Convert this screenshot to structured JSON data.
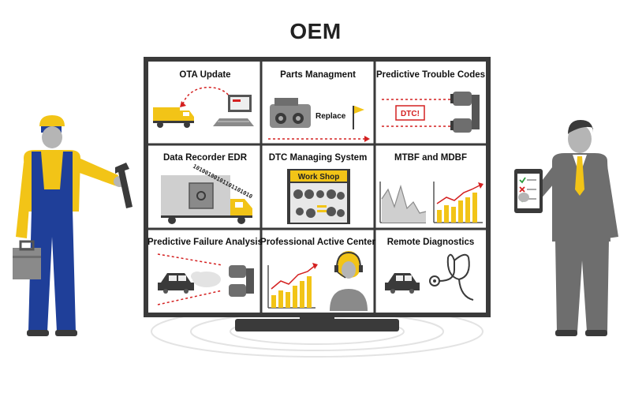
{
  "title": "OEM",
  "cells": [
    {
      "label": "OTA Update"
    },
    {
      "label": "Parts Managment"
    },
    {
      "label": "Predictive Trouble Codes"
    },
    {
      "label": "Data Recorder EDR"
    },
    {
      "label": "DTC Managing System"
    },
    {
      "label": "MTBF and MDBF"
    },
    {
      "label": "Predictive Failure Analysis"
    },
    {
      "label": "Professional Active Center"
    },
    {
      "label": "Remote Diagnostics"
    }
  ],
  "inner_labels": {
    "replace": "Replace",
    "dtc": "DTC!",
    "binary": "10100100101101101010",
    "workshop": "Work Shop"
  },
  "colors": {
    "yellow": "#f2c417",
    "red": "#d42020",
    "blue": "#1f3f99",
    "grey": "#8a8a8a",
    "dark": "#3a3a3a"
  },
  "icons": [
    "mechanic-icon",
    "wrench-icon",
    "toolbox-icon",
    "businessman-icon",
    "tablet-checklist-icon"
  ]
}
